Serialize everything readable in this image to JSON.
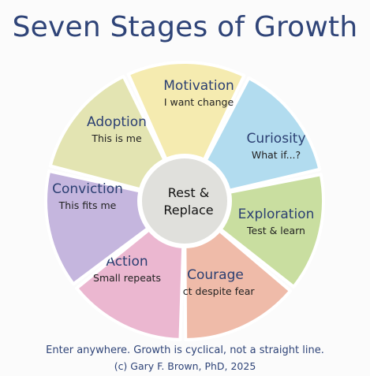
{
  "title": "Seven Stages of Growth",
  "center": {
    "line1": "Rest &",
    "line2": "Replace"
  },
  "stages": [
    {
      "title": "Motivation",
      "subtitle": "I want change",
      "color": "#f5ebb0"
    },
    {
      "title": "Curiosity",
      "subtitle": "What if...?",
      "color": "#b2dcef"
    },
    {
      "title": "Exploration",
      "subtitle": "Test & learn",
      "color": "#c9dea0"
    },
    {
      "title": "Courage",
      "subtitle": "Act despite fear",
      "color": "#efbba9"
    },
    {
      "title": "Action",
      "subtitle": "Small repeats",
      "color": "#ebb7d0"
    },
    {
      "title": "Conviction",
      "subtitle": "This fits me",
      "color": "#c5b6de"
    },
    {
      "title": "Adoption",
      "subtitle": "This is me",
      "color": "#e3e4b2"
    }
  ],
  "footer": {
    "note": "Enter anywhere. Growth is cyclical, not a straight line.",
    "credit": "(c) Gary F. Brown, PhD, 2025"
  },
  "colors": {
    "title": "#2f4478",
    "center_fill": "#e0e0dc"
  }
}
